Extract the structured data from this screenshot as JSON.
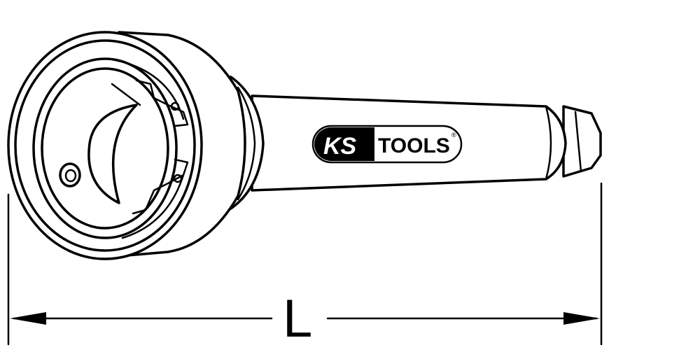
{
  "dimension": {
    "label": "L"
  },
  "logo": {
    "brand_prefix": "KS",
    "brand_suffix": "TOOLS",
    "registered_mark": "®"
  },
  "colors": {
    "line": "#000000",
    "background": "#ffffff"
  }
}
